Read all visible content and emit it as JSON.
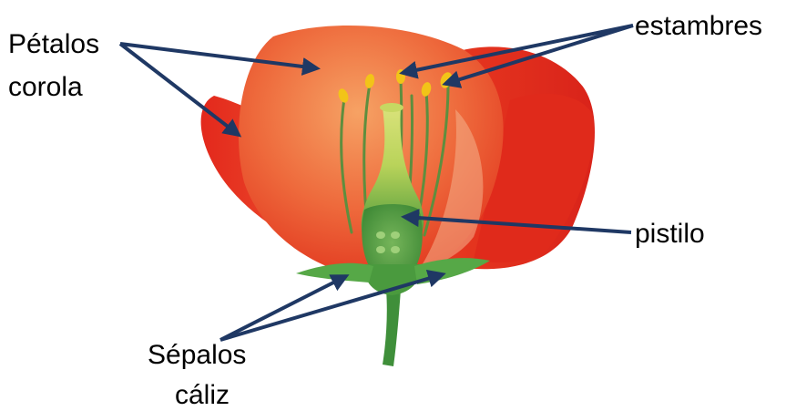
{
  "labels": {
    "petals_line1": "Pétalos",
    "petals_line2": "corola",
    "stamens": "estambres",
    "pistil": "pistilo",
    "sepals_line1": "Sépalos",
    "sepals_line2": "cáliz"
  },
  "colors": {
    "arrow": "#1f3864",
    "petal": "#e8321e",
    "petal_light": "#f07a45",
    "stem": "#3f8f3a",
    "anther": "#f2c418"
  }
}
